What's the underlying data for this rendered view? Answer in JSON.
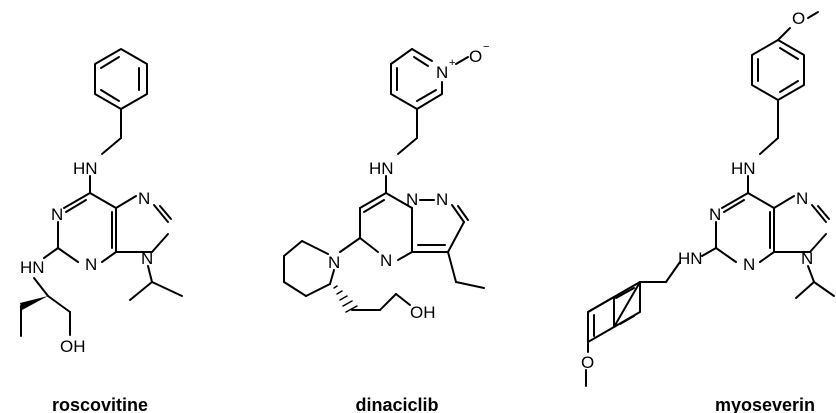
{
  "molecules": [
    {
      "name": "roscovitine",
      "atoms": {
        "nh_top": "HN",
        "n1": "N",
        "n3": "N",
        "n7": "N",
        "n9": "N",
        "hn_side": "HN",
        "oh": "OH"
      }
    },
    {
      "name": "dinaciclib",
      "atoms": {
        "n_oxide": "N",
        "n_plus": "+",
        "o_minus": "O",
        "minus": "−",
        "hn": "HN",
        "n_bridge": "N",
        "n_pyrazole": "N",
        "n_ring": "N",
        "n_pip": "N",
        "oh": "OH"
      }
    },
    {
      "name": "myoseverin",
      "atoms": {
        "o_top": "O",
        "hn_top": "HN",
        "n1": "N",
        "n3": "N",
        "n7": "N",
        "n9": "N",
        "hn_side": "HN",
        "o_bottom": "O"
      }
    }
  ]
}
